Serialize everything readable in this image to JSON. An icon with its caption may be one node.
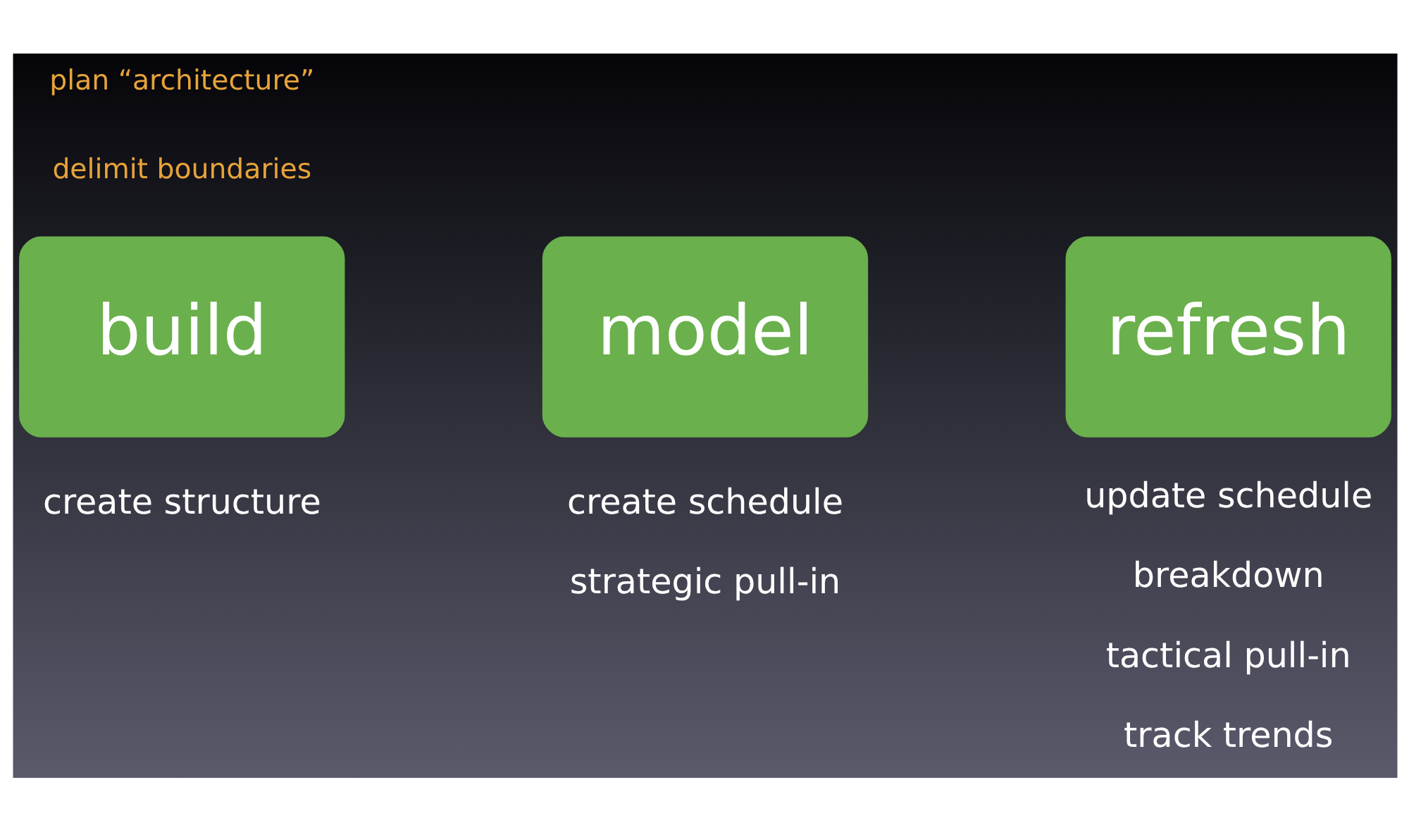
{
  "diagram": {
    "nodes": [
      {
        "text": [
          "build"
        ],
        "beside": [
          "create structure"
        ]
      },
      {
        "text": [
          "model"
        ],
        "beside": [
          "create schedule",
          "strategic pull-in"
        ]
      },
      {
        "text": [
          "refresh"
        ],
        "beside": [
          "update schedule",
          "breakdown",
          "tactical pull-in",
          "track trends"
        ]
      }
    ],
    "labels": [
      "plan “architecture”",
      "delimit boundaries"
    ]
  }
}
